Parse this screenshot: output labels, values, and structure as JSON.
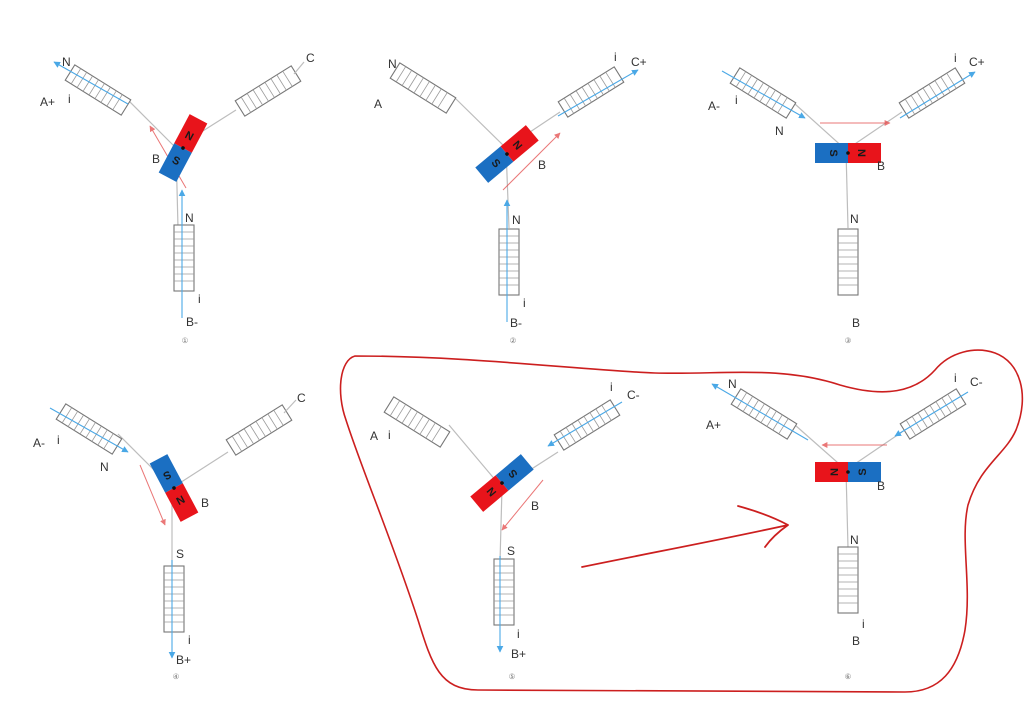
{
  "colors": {
    "north_pole": "#e8141b",
    "south_pole": "#1b6fc2",
    "flux_arrow": "#4aa8e6",
    "field_arrow": "#e34a4a",
    "annotation": "#cc1f1f",
    "coil_outline": "#777777",
    "lead_wire": "#bdbdbd"
  },
  "labels": {
    "A": "A",
    "A_plus": "A+",
    "A_minus": "A-",
    "B": "B",
    "B_plus": "B+",
    "B_minus": "B-",
    "C": "C",
    "C_plus": "C+",
    "C_minus": "C-",
    "N": "N",
    "S": "S",
    "i": "i"
  },
  "steps": [
    {
      "index": "①"
    },
    {
      "index": "②"
    },
    {
      "index": "③"
    },
    {
      "index": "④"
    },
    {
      "index": "⑤"
    },
    {
      "index": "⑥"
    }
  ]
}
